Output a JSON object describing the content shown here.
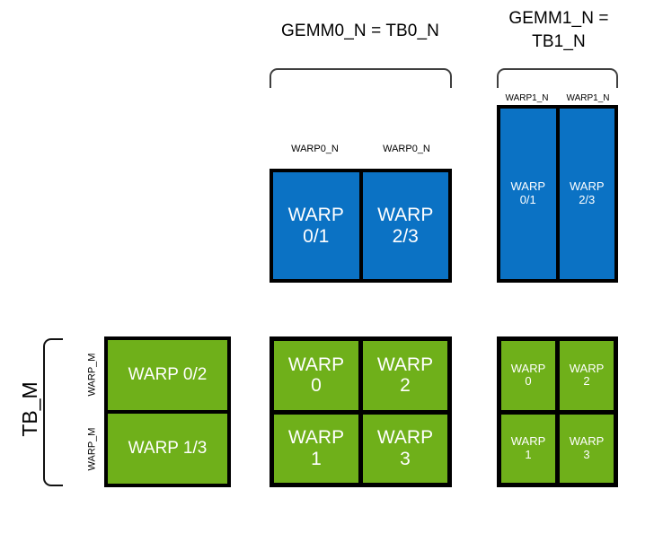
{
  "diagram": {
    "title_gemm0": "GEMM0_N = TB0_N",
    "title_gemm1": "GEMM1_N =\nTB1_N",
    "tb_m_label": "TB_M",
    "labels": {
      "warp0_n_left": "WARP0_N",
      "warp0_n_right": "WARP0_N",
      "warp1_n_left": "WARP1_N",
      "warp1_n_right": "WARP1_N",
      "warp_m_top": "WARP_M",
      "warp_m_bottom": "WARP_M"
    },
    "colors": {
      "blue": "#0b72c4",
      "green": "#6fb01a",
      "border": "#000000",
      "text_on_fill": "#ffffff",
      "bracket": "#3f3f3f",
      "background": "#ffffff"
    },
    "blocks": {
      "gemm0_blue": {
        "orientation": "row",
        "cells": [
          {
            "text": "WARP\n0/1"
          },
          {
            "text": "WARP\n2/3"
          }
        ]
      },
      "gemm1_blue": {
        "orientation": "row",
        "cells": [
          {
            "text": "WARP\n0/1"
          },
          {
            "text": "WARP\n2/3"
          }
        ]
      },
      "left_green": {
        "orientation": "column",
        "cells": [
          {
            "text": "WARP 0/2"
          },
          {
            "text": "WARP 1/3"
          }
        ]
      },
      "middle_green": {
        "orientation": "grid-2x2",
        "cells": [
          {
            "text": "WARP\n0"
          },
          {
            "text": "WARP\n2"
          },
          {
            "text": "WARP\n1"
          },
          {
            "text": "WARP\n3"
          }
        ]
      },
      "right_green": {
        "orientation": "grid-2x2",
        "cells": [
          {
            "text": "WARP\n0"
          },
          {
            "text": "WARP\n2"
          },
          {
            "text": "WARP\n1"
          },
          {
            "text": "WARP\n3"
          }
        ]
      }
    }
  }
}
